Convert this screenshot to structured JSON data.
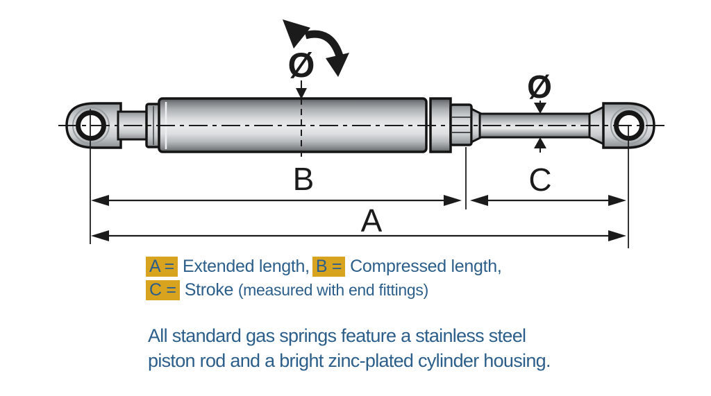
{
  "diagram": {
    "labels": {
      "dim_a": "A",
      "dim_b": "B",
      "dim_c": "C",
      "cylinder_diameter": "Ø",
      "rod_diameter": "Ø"
    }
  },
  "legend": {
    "a_key": "A =",
    "a_text": "Extended length,",
    "b_key": "B =",
    "b_text": "Compressed length,",
    "c_key": "C =",
    "c_text": "Stroke",
    "c_note": "(measured with end fittings)"
  },
  "footer": {
    "line1": "All standard gas springs feature a stainless steel",
    "line2": "piston rod and a bright zinc-plated cylinder housing."
  },
  "colors": {
    "text_blue": "#2b5e8a",
    "highlight_yellow": "#d8a31f",
    "line_black": "#1b1b1b"
  }
}
